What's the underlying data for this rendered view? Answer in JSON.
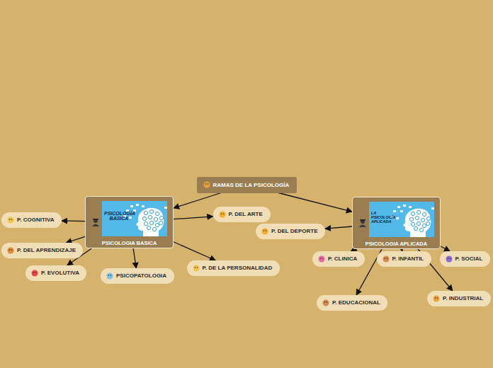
{
  "diagram": {
    "nodes": [
      {
        "text": [
          "RAMAS DE LA PSICOLOGÍA"
        ]
      },
      {
        "text": [
          "PSICOLOGIA BASICA"
        ]
      },
      {
        "text": [
          "P. COGNITIVA"
        ]
      },
      {
        "text": [
          "P. DEL APRENDIZAJE"
        ]
      },
      {
        "text": [
          "P. EVOLUTIVA"
        ]
      },
      {
        "text": [
          "PSICOPATOLOGIA"
        ]
      },
      {
        "text": [
          "P. DE LA PERSONALIDAD"
        ]
      },
      {
        "text": [
          "P. DEL ARTE"
        ]
      },
      {
        "text": [
          "PSICOLOGIA APLICADA"
        ]
      },
      {
        "text": [
          "P. DEL DEPORTE"
        ]
      },
      {
        "text": [
          "P. CLINICA"
        ]
      },
      {
        "text": [
          "P. INFANTIL"
        ]
      },
      {
        "text": [
          "P. SOCIAL"
        ]
      },
      {
        "text": [
          "P. EDUCACIONAL"
        ]
      },
      {
        "text": [
          "P. INDUSTRIAL"
        ]
      }
    ],
    "edges": [
      {
        "from": 0,
        "to": 1,
        "arrow": "to"
      },
      {
        "from": 0,
        "to": 8,
        "arrow": "to"
      },
      {
        "from": 1,
        "to": 2,
        "arrow": "to"
      },
      {
        "from": 1,
        "to": 3,
        "arrow": "to"
      },
      {
        "from": 1,
        "to": 4,
        "arrow": "to"
      },
      {
        "from": 1,
        "to": 5,
        "arrow": "to"
      },
      {
        "from": 1,
        "to": 6,
        "arrow": "to"
      },
      {
        "from": 1,
        "to": 7,
        "arrow": "to"
      },
      {
        "from": 8,
        "to": 9,
        "arrow": "to"
      },
      {
        "from": 8,
        "to": 10,
        "arrow": "to"
      },
      {
        "from": 8,
        "to": 11,
        "arrow": "to"
      },
      {
        "from": 8,
        "to": 12,
        "arrow": "to"
      },
      {
        "from": 8,
        "to": 13,
        "arrow": "to"
      },
      {
        "from": 8,
        "to": 14,
        "arrow": "to"
      }
    ],
    "labels": [
      "PSICOLOGÍA BÁSICA",
      "LA PSICOLOGÍA APLICADA"
    ]
  }
}
